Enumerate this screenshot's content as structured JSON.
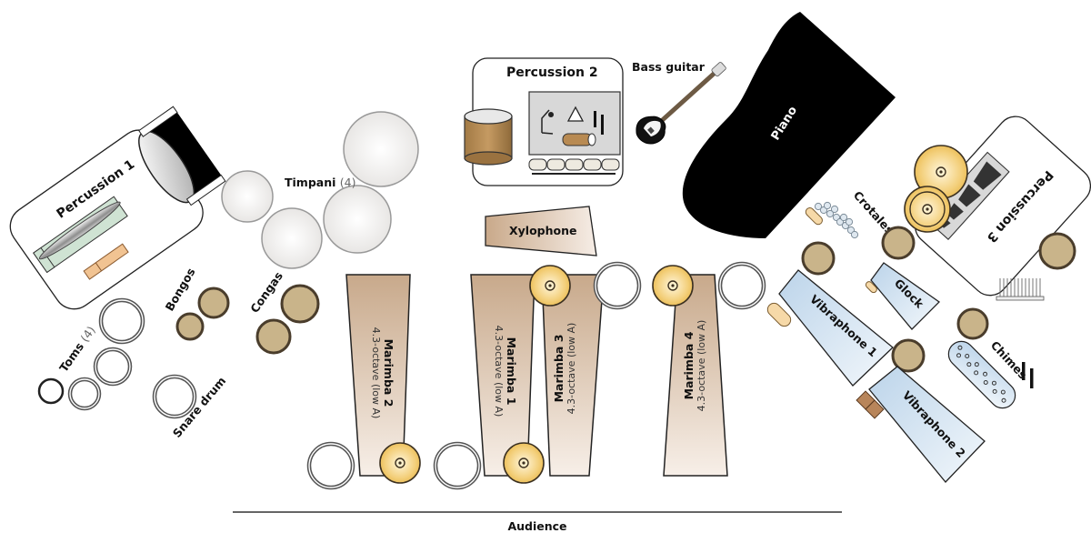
{
  "diagram": {
    "title": "Percussion ensemble stage layout",
    "audience_label": "Audience",
    "stations": [
      {
        "id": "percussion-1",
        "label": "Percussion 1"
      },
      {
        "id": "percussion-2",
        "label": "Percussion 2"
      },
      {
        "id": "percussion-3",
        "label": "Percussion 3"
      }
    ],
    "instruments": {
      "timpani": {
        "label": "Timpani",
        "count": "(4)"
      },
      "toms": {
        "label": "Toms",
        "count": "(4)"
      },
      "bongos": {
        "label": "Bongos"
      },
      "congas": {
        "label": "Congas"
      },
      "snare_drum": {
        "label": "Snare drum"
      },
      "xylophone": {
        "label": "Xylophone"
      },
      "bass_guitar": {
        "label": "Bass guitar"
      },
      "piano": {
        "label": "Piano"
      },
      "crotales": {
        "label": "Crotales"
      },
      "glock": {
        "label": "Glock"
      },
      "chimes": {
        "label": "Chimes"
      },
      "vibraphone_1": {
        "label": "Vibraphone 1"
      },
      "vibraphone_2": {
        "label": "Vibraphone 2"
      },
      "marimbas": [
        {
          "label": "Marimba 1",
          "spec": "4.3-octave (low A)"
        },
        {
          "label": "Marimba 2",
          "spec": "4.3-octave (low A)"
        },
        {
          "label": "Marimba 3",
          "spec": "4.3-octave (low A)"
        },
        {
          "label": "Marimba 4",
          "spec": "4.3-octave (low A)"
        }
      ]
    },
    "colors": {
      "marimba_wood": "#c9a88a",
      "vibraphone_blue": "#c7dcef",
      "hand_drum_tan": "#c9b48a",
      "cymbal_gold": "#f0c86a",
      "station_gray": "#d8d8d8",
      "mallet_table_green": "#cfe3d3"
    }
  }
}
